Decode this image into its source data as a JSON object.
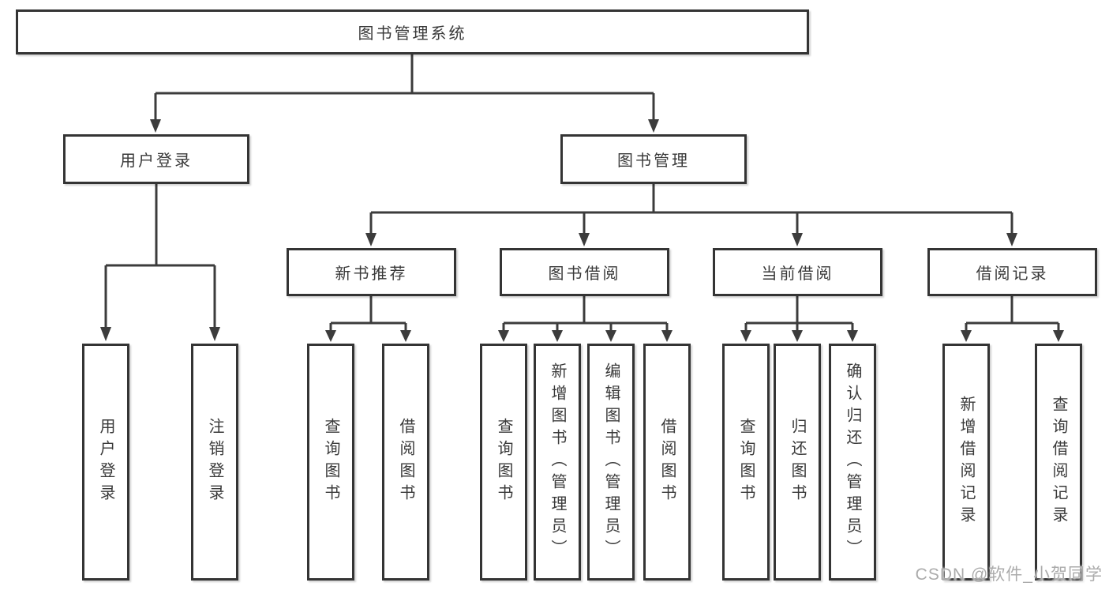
{
  "diagram": {
    "root": {
      "label": "图书管理系统"
    },
    "branches": [
      {
        "label": "用户登录",
        "children": [
          {
            "label": "用户登录"
          },
          {
            "label": "注销登录"
          }
        ]
      },
      {
        "label": "图书管理",
        "children": [
          {
            "label": "新书推荐",
            "children": [
              {
                "label": "查询图书"
              },
              {
                "label": "借阅图书"
              }
            ]
          },
          {
            "label": "图书借阅",
            "children": [
              {
                "label": "查询图书"
              },
              {
                "label": "新增图书（管理员）"
              },
              {
                "label": "编辑图书（管理员）"
              },
              {
                "label": "借阅图书"
              }
            ]
          },
          {
            "label": "当前借阅",
            "children": [
              {
                "label": "查询图书"
              },
              {
                "label": "归还图书"
              },
              {
                "label": "确认归还（管理员）"
              }
            ]
          },
          {
            "label": "借阅记录",
            "children": [
              {
                "label": "新增借阅记录"
              },
              {
                "label": "查询借阅记录"
              }
            ]
          }
        ]
      }
    ]
  },
  "watermark": {
    "text": "CSDN @软件_小贺同学"
  },
  "colors": {
    "line": "#3c3c3c",
    "text": "#3a3a3a",
    "background": "#ffffff",
    "watermark": "#ababab"
  }
}
